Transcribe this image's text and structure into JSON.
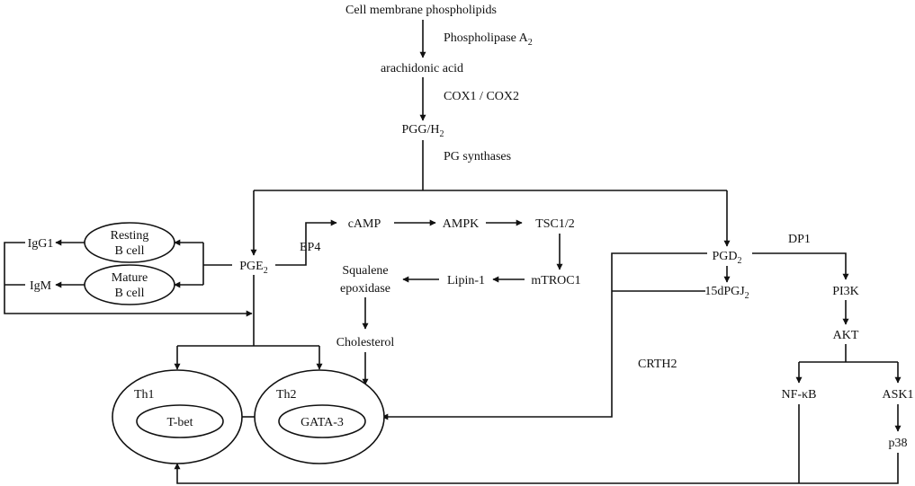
{
  "nodes": {
    "membrane": "Cell membrane phospholipids",
    "pla2_main": "Phospholipase A",
    "pla2_sub": "2",
    "aa": "arachidonic acid",
    "cox": "COX1 / COX2",
    "pgh_main": "PGG/H",
    "pgh_sub": "2",
    "pgs": "PG synthases",
    "pge_main": "PGE",
    "pge_sub": "2",
    "pgd_main": "PGD",
    "pgd_sub": "2",
    "dpgj_main": "15dPGJ",
    "dpgj_sub": "2",
    "ep4": "EP4",
    "camp": "cAMP",
    "ampk": "AMPK",
    "tsc": "TSC1/2",
    "mtroc": "mTROC1",
    "lipin": "Lipin-1",
    "squalene_1": "Squalene",
    "squalene_2": "epoxidase",
    "cholesterol": "Cholesterol",
    "crth2": "CRTH2",
    "dp1": "DP1",
    "pi3k": "PI3K",
    "akt": "AKT",
    "nfkb": "NF-κB",
    "ask1": "ASK1",
    "p38": "p38",
    "igg1": "IgG1",
    "igm": "IgM",
    "resting_1": "Resting",
    "resting_2": "B cell",
    "mature_1": "Mature",
    "mature_2": "B cell",
    "th1": "Th1",
    "th2": "Th2",
    "tbet": "T-bet",
    "gata3": "GATA-3"
  }
}
